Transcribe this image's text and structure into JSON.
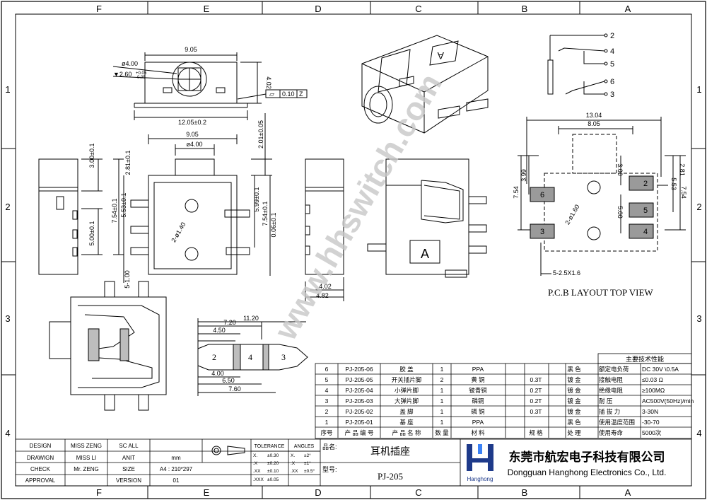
{
  "border": {
    "cols_top": [
      "F",
      "E",
      "D",
      "C",
      "B",
      "A"
    ],
    "cols_bottom": [
      "F",
      "E",
      "D",
      "C",
      "B",
      "A"
    ],
    "rows_left": [
      "1",
      "2",
      "3",
      "4"
    ],
    "rows_right": [
      "1",
      "2",
      "3",
      "4"
    ]
  },
  "views": {
    "top": {
      "width_label": "9.05",
      "dia4": "ø4.00",
      "dia26": "2.60",
      "dia26_tol": "+0.05",
      "dia26_tol2": "-0.05",
      "height": "4.02",
      "overall": "12.05±0.2",
      "flatness_val": "0.10",
      "flatness_ref": "Z"
    },
    "front": {
      "width": "9.05",
      "dia": "ø4.00",
      "d_201": "2.01±0.05",
      "d_300": "3.00±0.1",
      "d_281": "2.81±0.1",
      "d_754": "7.54±0.1",
      "d_553": "5.53±0.1",
      "d_500": "5.00±0.1",
      "d_100": "5-1.00",
      "holes": "2-ø1.40",
      "d_599": "5.99±0.1",
      "d_754b": "7.54±0.1",
      "d_006": "0.06±0.1",
      "d_402": "4.02",
      "d_482": "4.82"
    },
    "plug": {
      "d_1120": "11.20",
      "d_720": "7.20",
      "d_450": "4.50",
      "d_400": "4.00",
      "d_650": "6.50",
      "d_760": "7.60",
      "pins": [
        "2",
        "4",
        "3"
      ]
    },
    "schematic": {
      "pins": [
        "2",
        "4",
        "5",
        "6",
        "3"
      ]
    },
    "pcb": {
      "d_1304": "13.04",
      "d_805": "8.05",
      "d_399": "3.99",
      "d_754": "7.54",
      "d_300": "3.00",
      "d_281": "2.81",
      "d_553": "5.53",
      "d_754b": "7.54",
      "d_500": "5.00",
      "holes": "2-ø1.60",
      "pads": "5-2.5X1.6",
      "pad_labels": [
        "6",
        "2",
        "5",
        "3",
        "4"
      ],
      "title": "P.C.B LAYOUT TOP VIEW"
    },
    "iso_letter": "A",
    "side_letter": "A"
  },
  "watermark": "www.hhswitch.com",
  "bom": {
    "spec_title": "主要技术性能",
    "rows": [
      {
        "no": "6",
        "code": "PJ-205-06",
        "name": "胶  盖",
        "qty": "1",
        "mat": "PPA",
        "spec": "",
        "proc": "黑  色",
        "pk": "额定电负荷",
        "pv": "DC 30V \\0.5A"
      },
      {
        "no": "5",
        "code": "PJ-205-05",
        "name": "开关插片脚",
        "qty": "2",
        "mat": "黄  铜",
        "spec": "0.3T",
        "proc": "镀  金",
        "pk": "接触电阻",
        "pv": "≤0.03 Ω"
      },
      {
        "no": "4",
        "code": "PJ-205-04",
        "name": "小弹片脚",
        "qty": "1",
        "mat": "铍青铜",
        "spec": "0.2T",
        "proc": "镀  金",
        "pk": "绝缘电阻",
        "pv": "≥100MΩ"
      },
      {
        "no": "3",
        "code": "PJ-205-03",
        "name": "大弹片脚",
        "qty": "1",
        "mat": "磷铜",
        "spec": "0.2T",
        "proc": "镀  金",
        "pk": "耐  压",
        "pv": "AC500V(50Hz)/min"
      },
      {
        "no": "2",
        "code": "PJ-205-02",
        "name": "盖  脚",
        "qty": "1",
        "mat": "磷 铜",
        "spec": "0.3T",
        "proc": "镀  金",
        "pk": "插 拔 力",
        "pv": "3-30N"
      },
      {
        "no": "1",
        "code": "PJ-205-01",
        "name": "基  座",
        "qty": "1",
        "mat": "PPA",
        "spec": "",
        "proc": "黑  色",
        "pk": "使用温度范围",
        "pv": "-30-70"
      }
    ],
    "header": {
      "no": "序号",
      "code": "产 品 编 号",
      "name": "产 品 名 称",
      "qty": "数 量",
      "mat": "材  料",
      "spec": "规  格",
      "proc": "处  理",
      "pk": "使用寿命",
      "pv": "5000次"
    }
  },
  "titleblock": {
    "left": [
      [
        "DESIGN",
        "MISS ZENG",
        "SC ALL",
        ""
      ],
      [
        "DRAWIGN",
        "MISS LI",
        "ANIT",
        "mm"
      ],
      [
        "CHECK",
        "Mr. ZENG",
        "SIZE",
        "A4 : 210*297"
      ],
      [
        "APPROVAL",
        "",
        "VERSION",
        "01"
      ]
    ],
    "tol_head": [
      "TOLERANCE",
      "ANGLES"
    ],
    "tol_rows": [
      [
        "X.",
        "±0.30",
        "X.",
        "±2°"
      ],
      [
        ".X",
        "±0.20",
        ".X",
        "±1°"
      ],
      [
        ".XX",
        "±0.10",
        ".XX",
        "±0.5°"
      ],
      [
        ".XXX",
        "±0.05",
        "",
        ""
      ]
    ],
    "name_label": "品名:",
    "name_value": "耳机插座",
    "model_label": "型号:",
    "model_value": "PJ-205",
    "company_cn": "东莞市航宏电子科技有限公司",
    "company_en": "Dongguan Hanghong Electronics Co., Ltd.",
    "logo_text": "Hanghong"
  },
  "colors": {
    "line": "#000000",
    "watermark": "#c8c8c8",
    "logo": "#1e3a8a",
    "pad_fill": "#9a9a9a"
  }
}
